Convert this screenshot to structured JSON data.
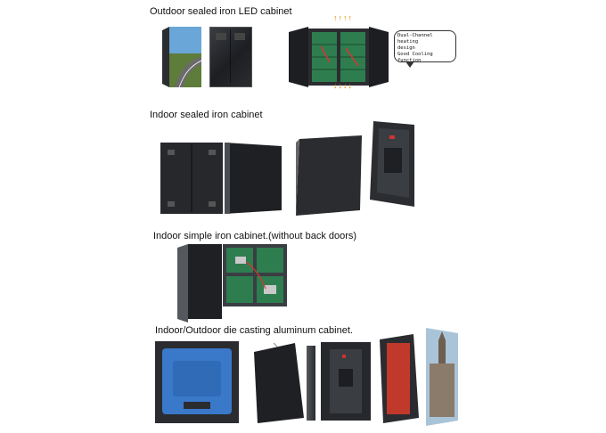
{
  "sections": [
    {
      "title": "Outdoor sealed iron  LED cabinet"
    },
    {
      "title": "Indoor sealed iron cabinet"
    },
    {
      "title": "Indoor simple iron cabinet.(without back doors)"
    },
    {
      "title": "Indoor/Outdoor die casting aluminum cabinet."
    }
  ],
  "callout": {
    "line1": "Dual-Channel heating",
    "line2": "design",
    "line3": "Good Cooling function"
  },
  "colors": {
    "cabinet_dark": "#1c1e22",
    "panel_blue": "#3a78c9",
    "panel_red": "#c0392b",
    "board_green": "#2e7d4f",
    "arrow_orange": "#e08a00"
  }
}
